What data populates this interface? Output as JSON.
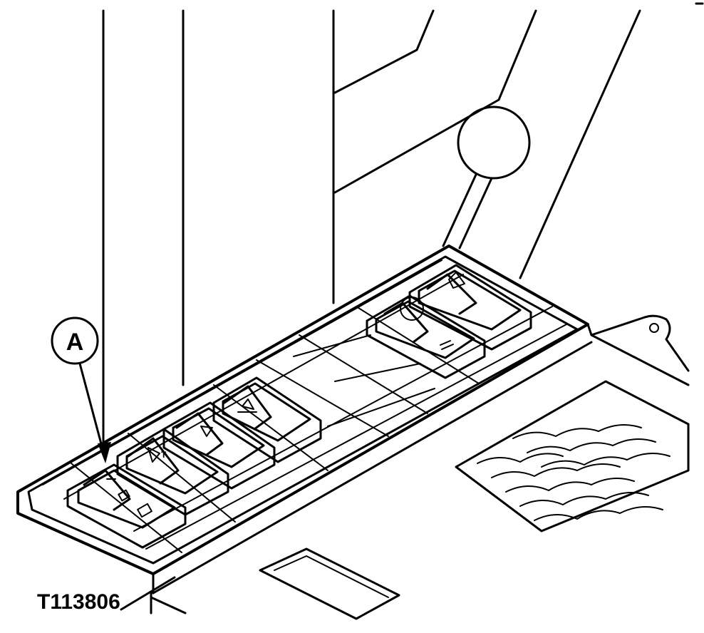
{
  "callout": {
    "label": "A"
  },
  "figure": {
    "id": "T113806"
  },
  "colors": {
    "ink": "#000000",
    "paper": "#ffffff"
  },
  "icons": [
    "switch-icon-a",
    "switch-icon-b",
    "switch-icon-c",
    "switch-icon-d",
    "switch-icon-e",
    "switch-icon-f"
  ]
}
